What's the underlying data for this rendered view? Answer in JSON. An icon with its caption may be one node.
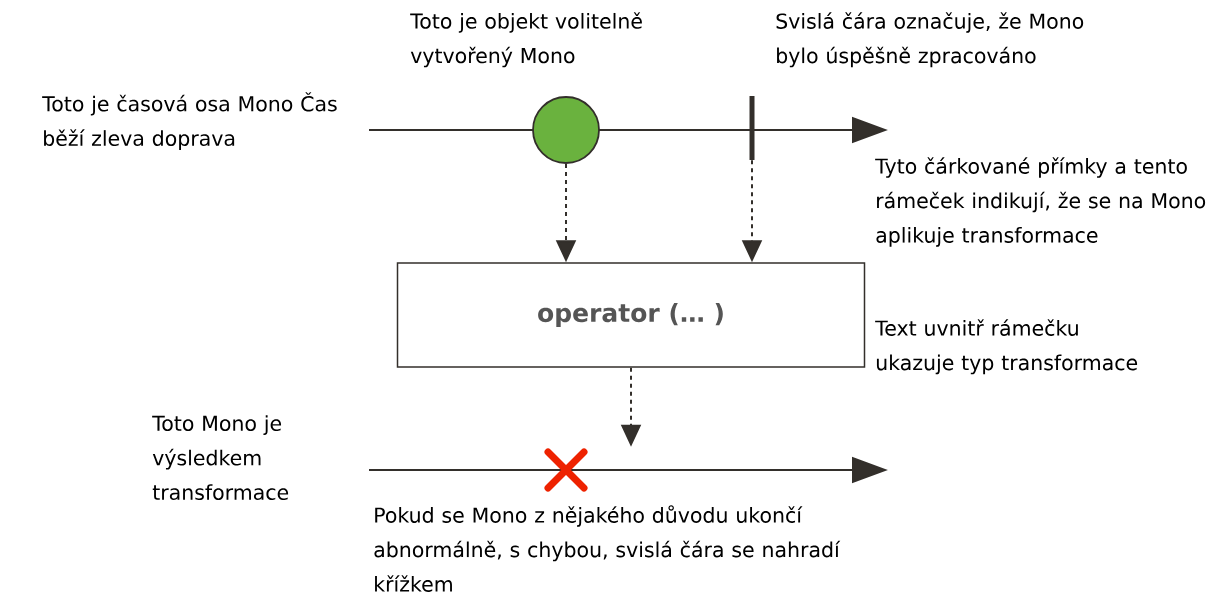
{
  "diagram": {
    "nodes": [
      {
        "text": [],
        "shape": "circle"
      },
      {
        "text": [],
        "shape": "bar"
      },
      {
        "text": [
          "operator (… )"
        ]
      },
      {
        "text": [],
        "shape": "cross"
      }
    ],
    "edges": [
      {
        "from": 0,
        "to": 2,
        "arrow": "to",
        "style": "dashed"
      },
      {
        "from": 1,
        "to": 2,
        "arrow": "to",
        "style": "dashed"
      },
      {
        "from": 2,
        "to": 3,
        "arrow": "to",
        "style": "dashed"
      }
    ],
    "labels": [
      "Toto je objekt volitelně vytvořený Mono",
      "Svislá čára označuje, že Mono bylo úspěšně zpracováno",
      "Toto je časová osa Mono Čas běží zleva doprava",
      "Tyto čárkované přímky a tento rámeček indikují, že se na Mono aplikuje transformace",
      "Text uvnitř rámečku ukazuje typ transformace",
      "Toto Mono je výsledkem transformace",
      "Pokud se Mono z nějakého důvodu ukončí abnormálně, s chybou, svislá čára se nahradí křížkem"
    ]
  }
}
